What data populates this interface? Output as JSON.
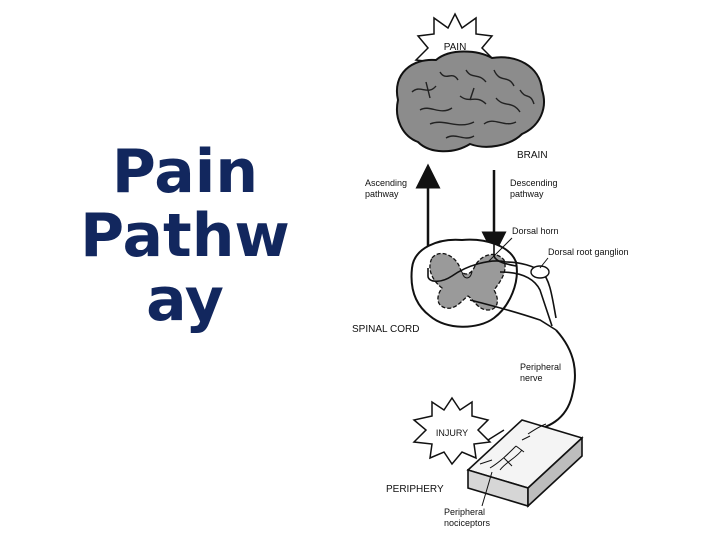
{
  "title": {
    "lines": [
      "Pain",
      "Pathw",
      "ay"
    ]
  },
  "diagram": {
    "labels": {
      "pain": "PAIN",
      "brain": "BRAIN",
      "ascending_1": "Ascending",
      "ascending_2": "pathway",
      "descending_1": "Descending",
      "descending_2": "pathway",
      "dorsal_horn": "Dorsal horn",
      "drg": "Dorsal root ganglion",
      "spinal_cord": "SPINAL CORD",
      "peripheral_nerve_1": "Peripheral",
      "peripheral_nerve_2": "nerve",
      "injury": "INJURY",
      "periphery": "PERIPHERY",
      "nociceptors_1": "Peripheral",
      "nociceptors_2": "nociceptors"
    }
  },
  "colors": {
    "title": "#12275e",
    "brain": "#8c8c8c",
    "gray_matter": "#9a9a9a"
  }
}
